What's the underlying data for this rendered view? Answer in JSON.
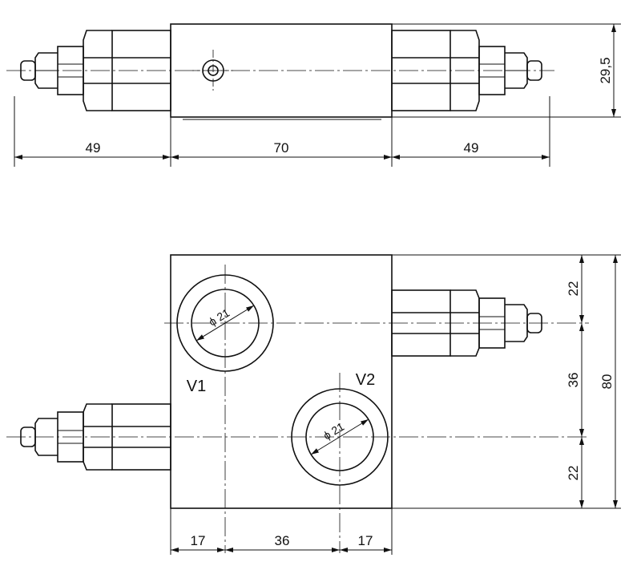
{
  "top_view": {
    "dim_left": "49",
    "dim_middle": "70",
    "dim_right": "49",
    "dim_height": "29,5"
  },
  "front_view": {
    "port_v1": "V1",
    "port_v2": "V2",
    "bore_v1_diameter": "ϕ 21",
    "bore_v2_diameter": "ϕ 21",
    "dim_bottom_left": "17",
    "dim_bottom_middle": "36",
    "dim_bottom_right": "17",
    "dim_right_top": "22",
    "dim_right_middle": "36",
    "dim_right_bottom": "22",
    "dim_total_height": "80"
  },
  "colors": {
    "line": "#111111",
    "background": "#ffffff"
  }
}
